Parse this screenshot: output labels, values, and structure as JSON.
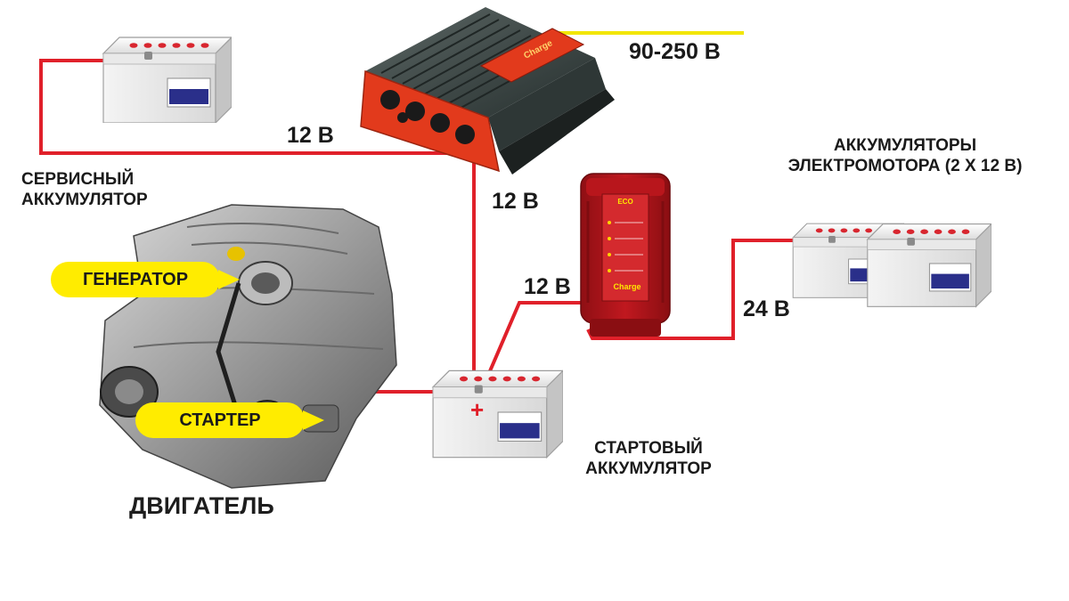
{
  "labels": {
    "mains_voltage": "90-250 В",
    "service_wire_voltage": "12 В",
    "charger_down_voltage": "12 В",
    "booster_in_voltage": "12 В",
    "motor_wire_voltage": "24 В",
    "service_battery_line1": "СЕРВИСНЫЙ",
    "service_battery_line2": "АККУМУЛЯТОР",
    "motor_batteries_line1": "АККУМУЛЯТОРЫ",
    "motor_batteries_line2": "ЭЛЕКТРОМОТОРА (2 Х 12 В)",
    "starter_battery_line1": "СТАРТОВЫЙ",
    "starter_battery_line2": "АККУМУЛЯТОР",
    "generator": "ГЕНЕРАТОР",
    "starter": "СТАРТЕР",
    "engine": "ДВИГАТЕЛЬ",
    "plus_sign": "+"
  },
  "device_print": {
    "charger_brand": "Charge",
    "booster_brand": "ECO",
    "booster_footer": "Charge"
  },
  "colors": {
    "wire_red": "#e0202a",
    "mains_wire": "#f2e600",
    "callout_yellow": "#ffec00",
    "battery_label_blue": "#2a2f8a",
    "charger_red": "#e23a1c",
    "charger_body": "#3f4a48",
    "booster_red": "#b3141a"
  }
}
